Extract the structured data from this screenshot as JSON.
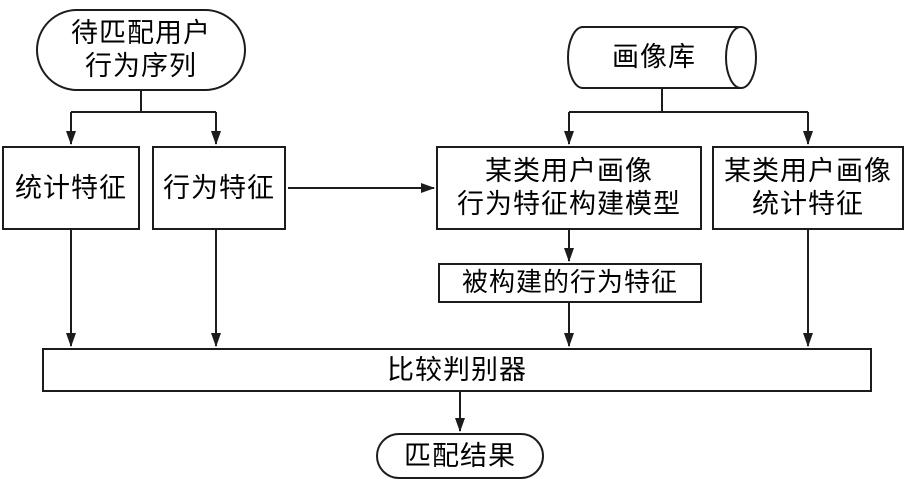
{
  "nodes": {
    "pending_user_behavior_sequence": {
      "line1": "待匹配用户",
      "line2": "行为序列"
    },
    "portrait_database": {
      "label": "画像库"
    },
    "statistical_features": {
      "label": "统计特征"
    },
    "behavioral_features": {
      "label": "行为特征"
    },
    "portrait_behavior_model": {
      "line1": "某类用户画像",
      "line2": "行为特征构建模型"
    },
    "portrait_statistical_features": {
      "line1": "某类用户画像",
      "line2": "统计特征"
    },
    "constructed_behavior_features": {
      "label": "被构建的行为特征"
    },
    "comparator": {
      "label": "比较判别器"
    },
    "match_result": {
      "label": "匹配结果"
    }
  },
  "colors": {
    "stroke": "#1c1c1c",
    "background": "#ffffff",
    "text": "#000000"
  }
}
